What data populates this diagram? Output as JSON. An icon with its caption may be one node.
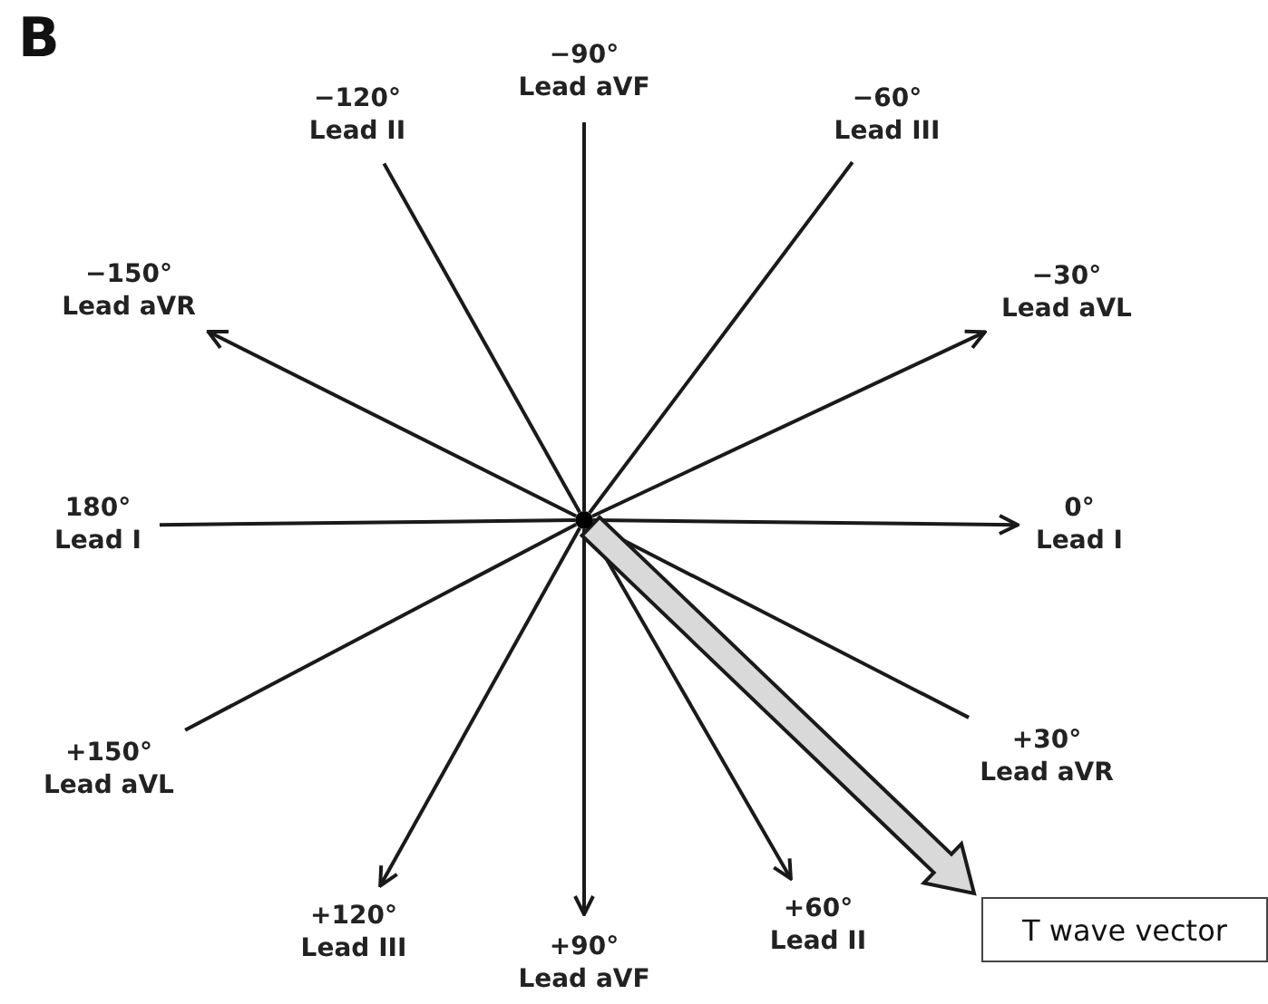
{
  "diagram": {
    "nodes": [
      {
        "text": [
          "−90°",
          "Lead aVF"
        ]
      },
      {
        "text": [
          "−120°",
          "Lead II"
        ]
      },
      {
        "text": [
          "−60°",
          "Lead III"
        ]
      },
      {
        "text": [
          "−150°",
          "Lead aVR"
        ]
      },
      {
        "text": [
          "−30°",
          "Lead aVL"
        ]
      },
      {
        "text": [
          "180°",
          "Lead I"
        ]
      },
      {
        "text": [],
        "shape": "circle"
      },
      {
        "text": [
          "0°",
          "Lead I"
        ]
      },
      {
        "text": [
          "+150°",
          "Lead aVL"
        ]
      },
      {
        "text": [
          "+30°",
          "Lead aVR"
        ]
      },
      {
        "text": [
          "+120°",
          "Lead III"
        ]
      },
      {
        "text": [
          "+90°",
          "Lead aVF"
        ]
      },
      {
        "text": [
          "+60°",
          "Lead II"
        ]
      },
      {
        "text": [
          "T wave vector"
        ]
      }
    ],
    "edges": [
      {
        "from": 6,
        "to": 0,
        "arrow": "none"
      },
      {
        "from": 6,
        "to": 1,
        "arrow": "none"
      },
      {
        "from": 6,
        "to": 2,
        "arrow": "none"
      },
      {
        "from": 6,
        "to": 3,
        "arrow": "to"
      },
      {
        "from": 6,
        "to": 4,
        "arrow": "to"
      },
      {
        "from": 6,
        "to": 5,
        "arrow": "none"
      },
      {
        "from": 6,
        "to": 7,
        "arrow": "to"
      },
      {
        "from": 6,
        "to": 8,
        "arrow": "none"
      },
      {
        "from": 6,
        "to": 9,
        "arrow": "none"
      },
      {
        "from": 6,
        "to": 10,
        "arrow": "to"
      },
      {
        "from": 6,
        "to": 11,
        "arrow": "to"
      },
      {
        "from": 6,
        "to": 12,
        "arrow": "to"
      },
      {
        "from": 6,
        "to": 13,
        "arrow": "to",
        "style": "thick",
        "color": "#d9d9d9"
      }
    ],
    "labels": [
      "B"
    ]
  }
}
